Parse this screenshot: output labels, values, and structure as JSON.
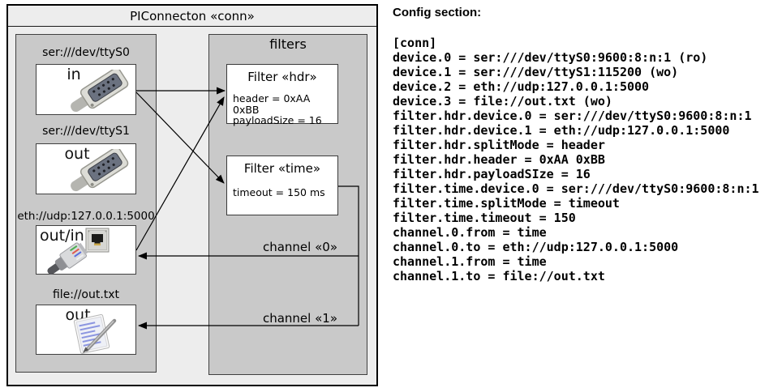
{
  "diagram": {
    "title": "PIConnecton «conn»",
    "devices": [
      {
        "url": "ser:///dev/ttyS0",
        "label": "in",
        "icon": "serial-connector-icon"
      },
      {
        "url": "ser:///dev/ttyS1",
        "label": "out",
        "icon": "serial-connector-icon"
      },
      {
        "url": "eth://udp:127.0.0.1:5000",
        "label": "out/in",
        "icon": "ethernet-connector-icon"
      },
      {
        "url": "file://out.txt",
        "label": "out",
        "icon": "notepad-pen-icon"
      }
    ],
    "filters_title": "filters",
    "filters": [
      {
        "title": "Filter «hdr»",
        "attrs": [
          "header = 0xAA 0xBB",
          "payloadSize = 16"
        ]
      },
      {
        "title": "Filter «time»",
        "attrs": [
          "timeout = 150 ms"
        ]
      }
    ],
    "channels": [
      {
        "label": "channel «0»"
      },
      {
        "label": "channel «1»"
      }
    ]
  },
  "config": {
    "heading": "Config section:",
    "lines": [
      "[conn]",
      "device.0 = ser:///dev/ttyS0:9600:8:n:1 (ro)",
      "device.1 = ser:///dev/ttyS1:115200 (wo)",
      "device.2 = eth://udp:127.0.0.1:5000",
      "device.3 = file://out.txt (wo)",
      "filter.hdr.device.0 = ser:///dev/ttyS0:9600:8:n:1",
      "filter.hdr.device.1 = eth://udp:127.0.0.1:5000",
      "filter.hdr.splitMode = header",
      "filter.hdr.header = 0xAA 0xBB",
      "filter.hdr.payloadSIze = 16",
      "filter.time.device.0 = ser:///dev/ttyS0:9600:8:n:1",
      "filter.time.splitMode = timeout",
      "filter.time.timeout = 150",
      "channel.0.from = time",
      "channel.0.to = eth://udp:127.0.0.1:5000",
      "channel.1.from = time",
      "channel.1.to = file://out.txt"
    ]
  },
  "colors": {
    "outer_background": "#ededed",
    "compartment_background": "#c9c9c9",
    "box_background": "#ffffff",
    "border_dark": "#404040",
    "outline_black": "#000000",
    "text": "#000000"
  }
}
